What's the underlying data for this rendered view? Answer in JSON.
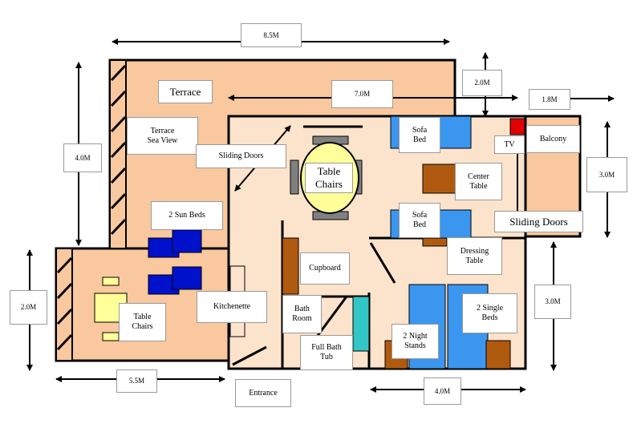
{
  "labels": {
    "terrace": "Terrace",
    "terrace_sea_view": "Terrace\nSea View",
    "sliding_doors_upper": "Sliding Doors",
    "table_chairs_main": "Table\nChairs",
    "sofa_bed_top": "Sofa\nBed",
    "sofa_bed_bottom": "Sofa\nBed",
    "center_table": "Center\nTable",
    "tv": "TV",
    "balcony": "Balcony",
    "sliding_doors_right": "Sliding Doors",
    "two_sun_beds": "2 Sun Beds",
    "cupboard": "Cupboard",
    "dressing_table": "Dressing\nTable",
    "kitchenette": "Kitchenette",
    "bath_room": "Bath\nRoom",
    "two_single_beds": "2 Single\nBeds",
    "two_night_stands": "2 Night\nStands",
    "full_bath_tub": "Full Bath\nTub",
    "table_chairs_small": "Table\nChairs",
    "entrance": "Entrance"
  },
  "dimensions": {
    "top_width": "8.5M",
    "terrace_width": "7.0M",
    "terrace_depth": "2.0M",
    "balcony_gap": "1.8M",
    "left_height": "4.0M",
    "balcony_height": "3.0M",
    "left_lower_height": "2.0M",
    "right_lower_height": "3.0M",
    "bottom_left_width": "5.5M",
    "bottom_right_width": "4.0M"
  },
  "colors": {
    "terrace": "#f9c89e",
    "interior": "#fce3cb",
    "wall": "#000000",
    "sofa": "#3b96f0",
    "sun_bed": "#0011cc",
    "table": "#ffff99",
    "wood": "#b05a10",
    "tub": "#33c6c6",
    "tv": "#e00000",
    "chair": "#808080"
  }
}
